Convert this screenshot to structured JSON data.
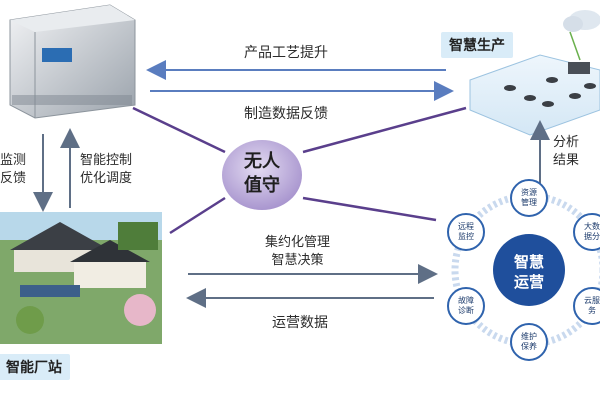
{
  "labels": {
    "top_arrow_left": "产品工艺提升",
    "top_arrow_right": "制造数据反馈",
    "left_down": "监测\n反馈",
    "left_up": "智能控制\n优化调度",
    "center": "无人\n值守",
    "right_analysis": "分析\n结果",
    "bottom_right_arrow": "集约化管理\n智慧决策",
    "bottom_left_arrow": "运营数据"
  },
  "tags": {
    "smart_production": "智慧生产",
    "smart_plant": "智能厂站"
  },
  "operations_ring": {
    "hub": "智慧\n运营",
    "nodes": [
      "资源\n管理",
      "大数\n据分",
      "云服\n务",
      "维护\n保养",
      "故障\n诊断",
      "远程\n监控"
    ]
  },
  "colors": {
    "arrow": "#5a7dbf",
    "cross_line": "#5a3f8c",
    "center_bubble": "#b9a8d6",
    "ring_node": "#2f63ad",
    "hub": "#1f4f9c",
    "tag_bg": "#d9ecf8"
  }
}
